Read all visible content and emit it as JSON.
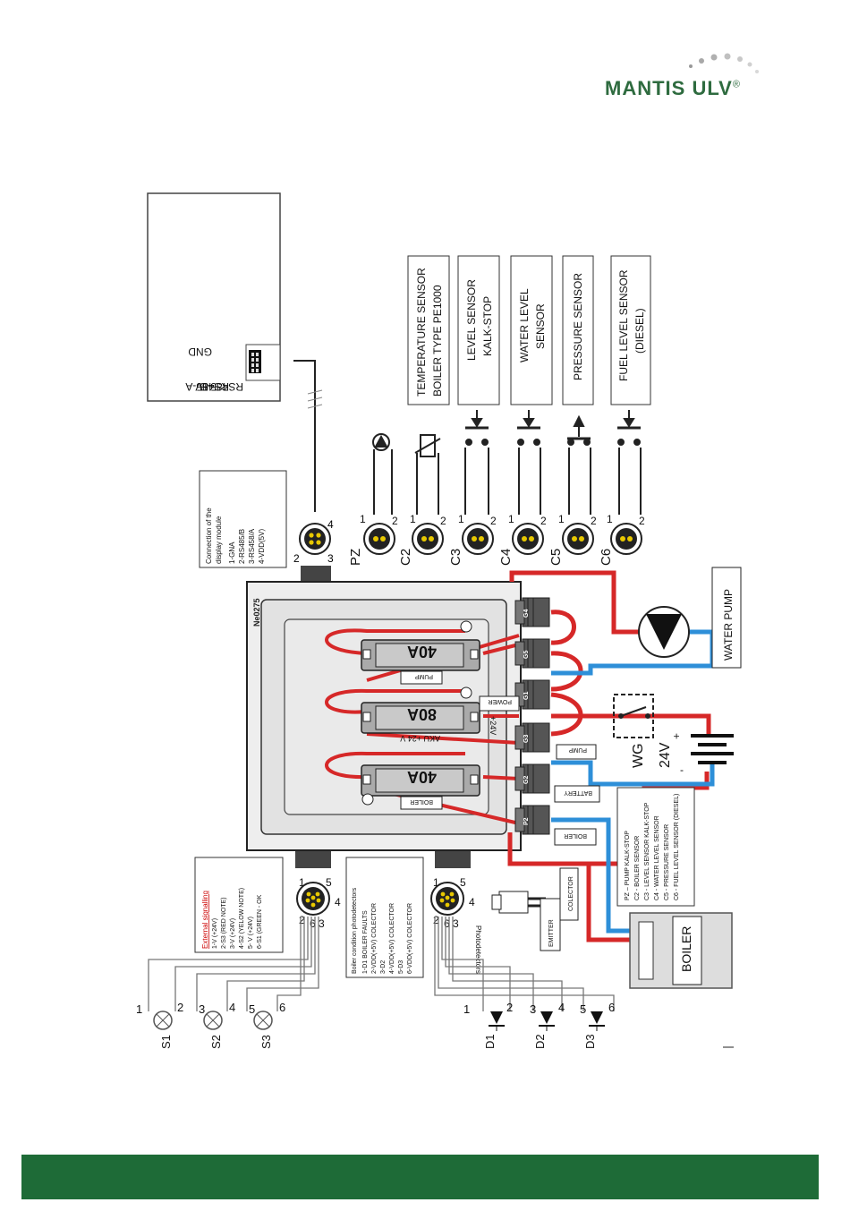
{
  "brand": {
    "name": "MANTIS ULV",
    "mark": "®",
    "color": "#2e6b3f"
  },
  "display": {
    "pins": [
      "+5V",
      "RS485-A",
      "RS485-B",
      "GND"
    ]
  },
  "display_connection": {
    "lines": [
      "Connection of the",
      "display module",
      "1-GNA",
      "2-RS485/B",
      "3-RS458/A",
      "4-VDD(5V)"
    ]
  },
  "sensors": [
    {
      "label1": "TEMPERATURE SENSOR",
      "label2": "BOILER TYPE PE1000"
    },
    {
      "label1": "LEVEL SENSOR",
      "label2": "KALK-STOP"
    },
    {
      "label1": "WATER LEVEL",
      "label2": "SENSOR"
    },
    {
      "label1": "PRESSURE SENSOR",
      "label2": ""
    },
    {
      "label1": "FUEL LEVEL SENSOR",
      "label2": "(DIESEL)"
    }
  ],
  "connectors": [
    "PZ",
    "C2",
    "C3",
    "C4",
    "C5",
    "C6"
  ],
  "box": {
    "model": "Ne0275",
    "fuses": [
      {
        "value": "40A",
        "label": "PUMP"
      },
      {
        "value": "80A",
        "label": "AKU +24 V"
      },
      {
        "value": "40A",
        "label": "BOILER"
      }
    ],
    "glands": [
      "G4",
      "G5",
      "G1",
      "G3",
      "G2",
      "P2"
    ],
    "plus24v": "+24V"
  },
  "tags": {
    "power": "POWER",
    "pump": "PUMP",
    "battery": "BATTERY",
    "boiler": "BOILER",
    "emitter": "EMITTER",
    "colector": "COLECTOR",
    "photodetectors": "Photodetectors"
  },
  "water_pump": "WATER PUMP",
  "wg": "WG",
  "voltage": "24V",
  "boiler": "BOILER",
  "legend": [
    "PZ – PUMP KALK-STOP",
    "C2 - BOILER SENSOR",
    "C3 - LEVEL SENSOR KALK-STOP",
    "C4 - WATER LEVEL SENSOR",
    "C5 - PRESSURE SENSOR",
    "C6 - FUEL LEVEL SENSOR (DIESEL)"
  ],
  "external_signalling": {
    "title": "External signalling",
    "lines": [
      "1-V (+24V)",
      "2-S3 (RED NOTE)",
      "3-V (+24V)",
      "4-S2 (YELOW NOTE)",
      "5- V (+24V)",
      "6-S1 (GREEN - OK"
    ]
  },
  "boiler_condition": {
    "lines": [
      "Boiler condition photodetectors",
      "1-D1 BOILER FAULTS",
      "2-VDD(+5V) COLECTOR",
      "3-D2",
      "4-VDD(+5V) COLECTOR",
      "5-D3",
      "6-VDD(+5V) COLECTOR"
    ]
  },
  "signal_lamps": [
    "S1",
    "S2",
    "S3"
  ],
  "diodes": [
    "D1",
    "D2",
    "D3"
  ],
  "colors": {
    "red": "#d62828",
    "blue": "#2e8fd8",
    "footer": "#1e6b37",
    "connector": "#e8c800"
  }
}
